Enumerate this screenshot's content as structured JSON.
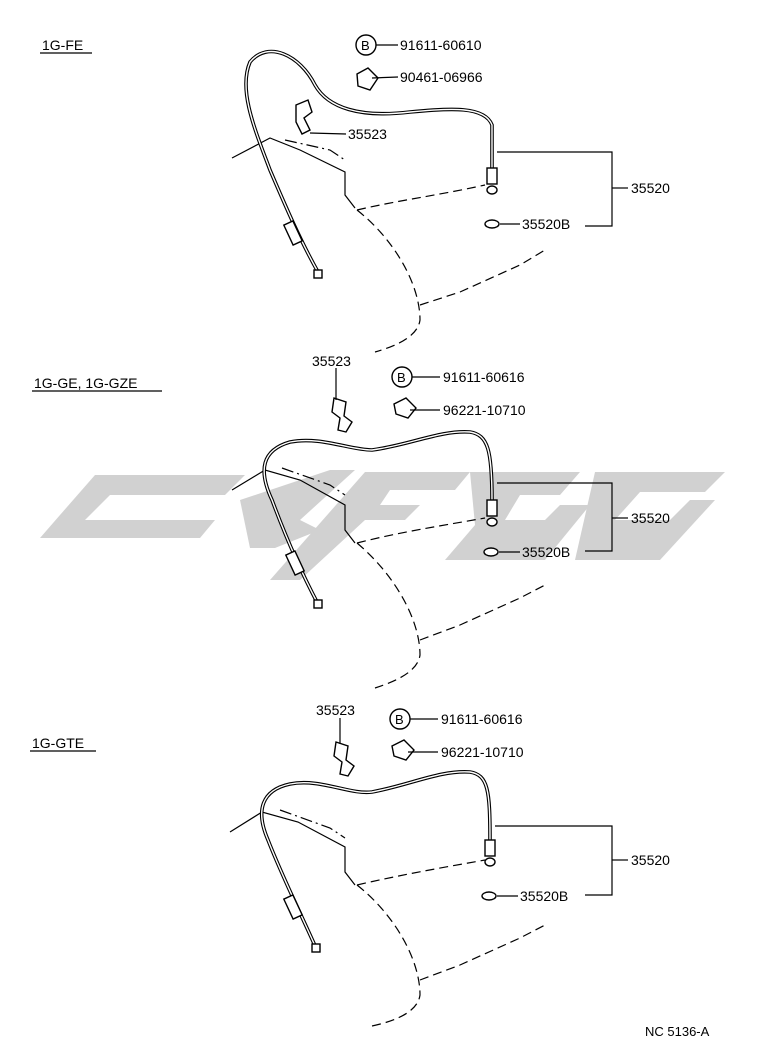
{
  "footer_code": "NC 5136-A",
  "sections": [
    {
      "title": "1G-FE",
      "labels": {
        "bolt_symbol": "B",
        "bolt": "91611-60610",
        "clip": "90461-06966",
        "bracket": "35523",
        "cable": "35520",
        "ring": "35520B"
      }
    },
    {
      "title": "1G-GE, 1G-GZE",
      "labels": {
        "bolt_symbol": "B",
        "bolt": "91611-60616",
        "clip": "96221-10710",
        "bracket": "35523",
        "cable": "35520",
        "ring": "35520B"
      }
    },
    {
      "title": "1G-GTE",
      "labels": {
        "bolt_symbol": "B",
        "bolt": "91611-60616",
        "clip": "96221-10710",
        "bracket": "35523",
        "cable": "35520",
        "ring": "35520B"
      }
    }
  ]
}
